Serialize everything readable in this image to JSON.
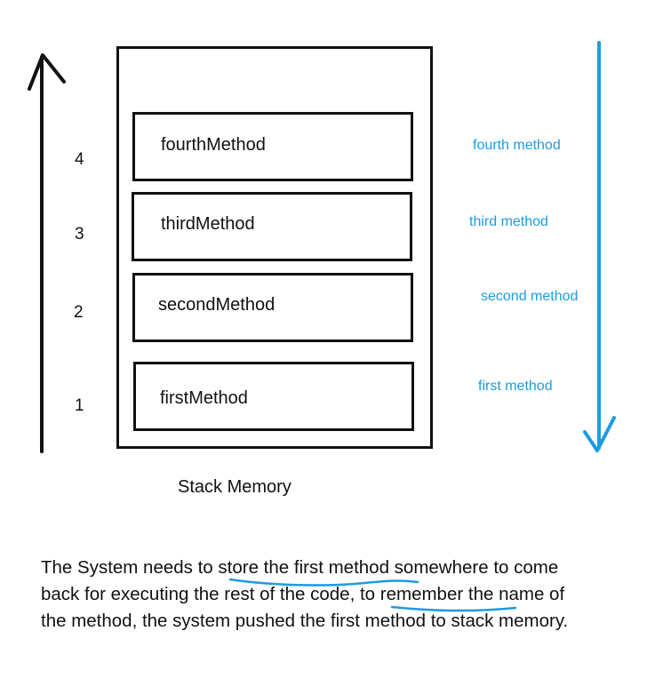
{
  "stack": {
    "caption": "Stack Memory",
    "frames": [
      {
        "name": "fourthMethod",
        "number": "4",
        "order_label": "fourth method"
      },
      {
        "name": "thirdMethod",
        "number": "3",
        "order_label": "third method"
      },
      {
        "name": "secondMethod",
        "number": "2",
        "order_label": "second method"
      },
      {
        "name": "firstMethod",
        "number": "1",
        "order_label": "first method"
      }
    ]
  },
  "description": {
    "line1_a": "The System needs to ",
    "line1_b": "store the first method",
    "line1_c": " somewhere to come",
    "line2_a": "back for executing the rest of the code, ",
    "line2_b": "to remember th",
    "line2_c": "e name of",
    "line3": "the method, the system pushed the first method to stack memory."
  },
  "colors": {
    "ink": "#111111",
    "accent_blue": "#1e9be0"
  }
}
